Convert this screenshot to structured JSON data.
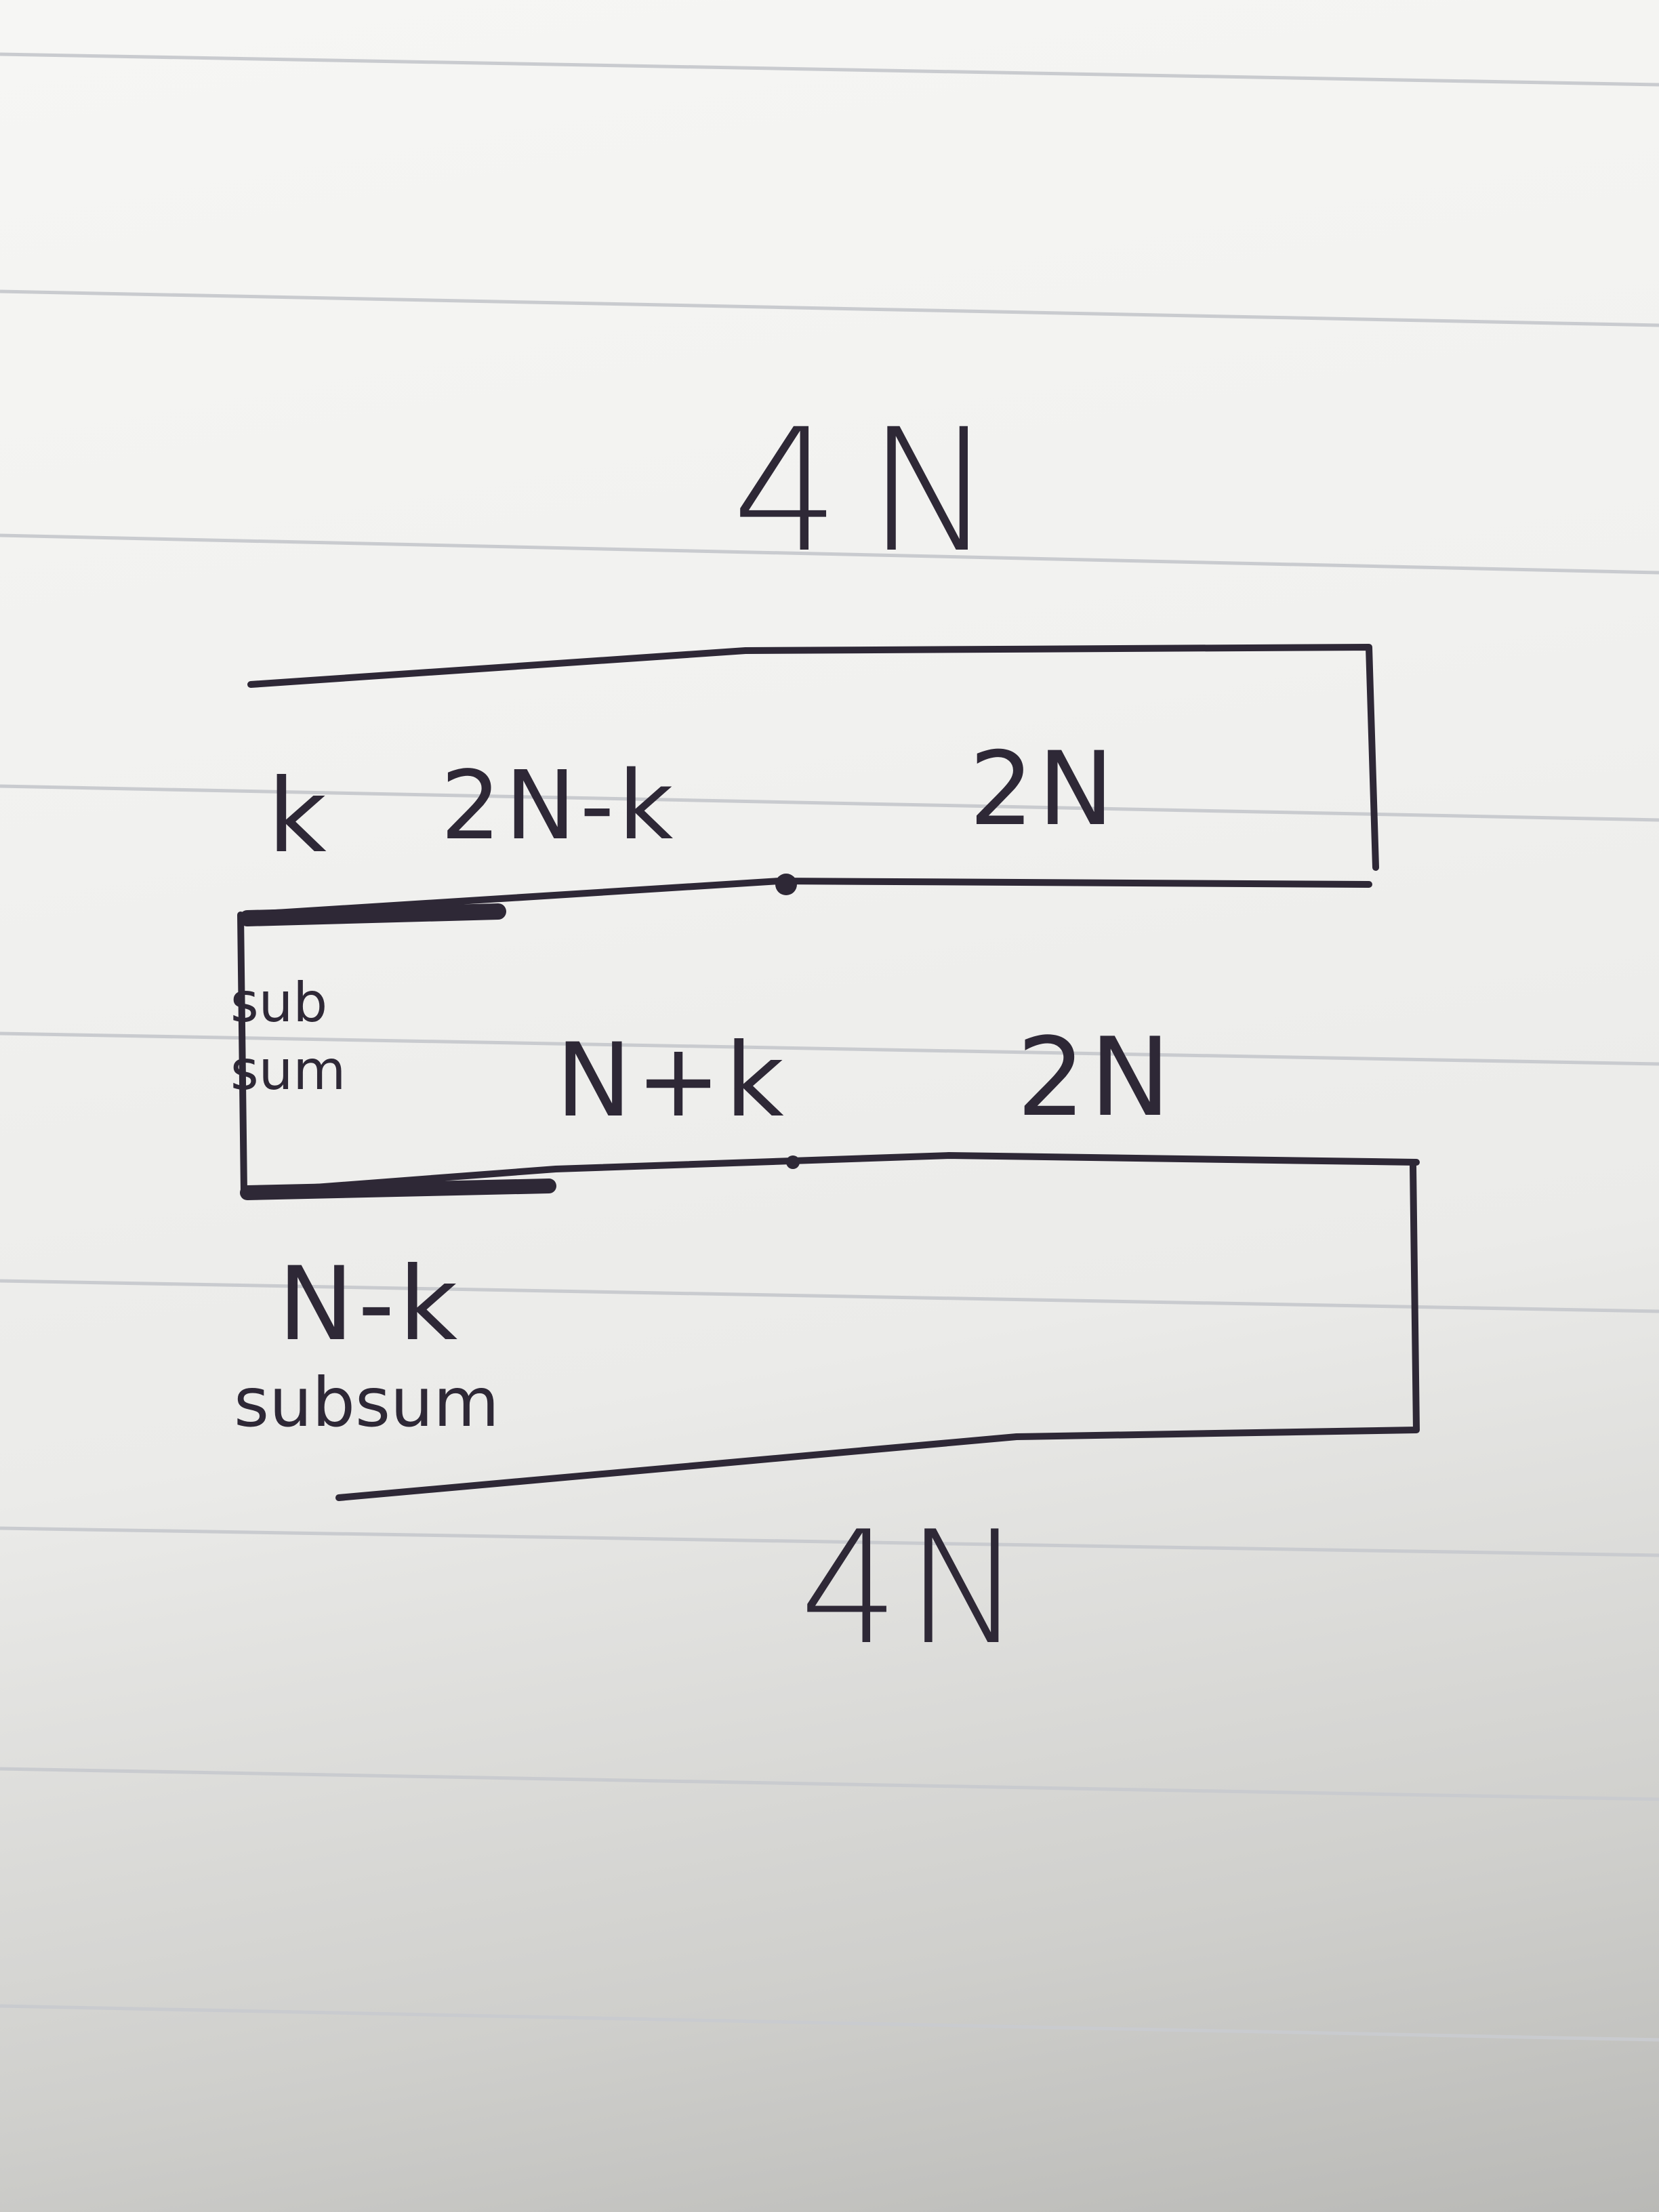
{
  "diagram": {
    "top_label": "4N",
    "upper_segments": {
      "k": "k",
      "two_n_minus_k": "2N-k",
      "two_n": "2N"
    },
    "left_note_1": {
      "line1": "sub",
      "line2": "sum"
    },
    "middle_segments": {
      "n_plus_k": "N+k",
      "two_n": "2N"
    },
    "lower_segments": {
      "n_minus_k": "N-k",
      "subsum": "subsum"
    },
    "bottom_label": "4N"
  },
  "colors": {
    "ink": "#2e2836",
    "paper": "#f2f2f0",
    "rule_line": "#c9cbcf"
  }
}
